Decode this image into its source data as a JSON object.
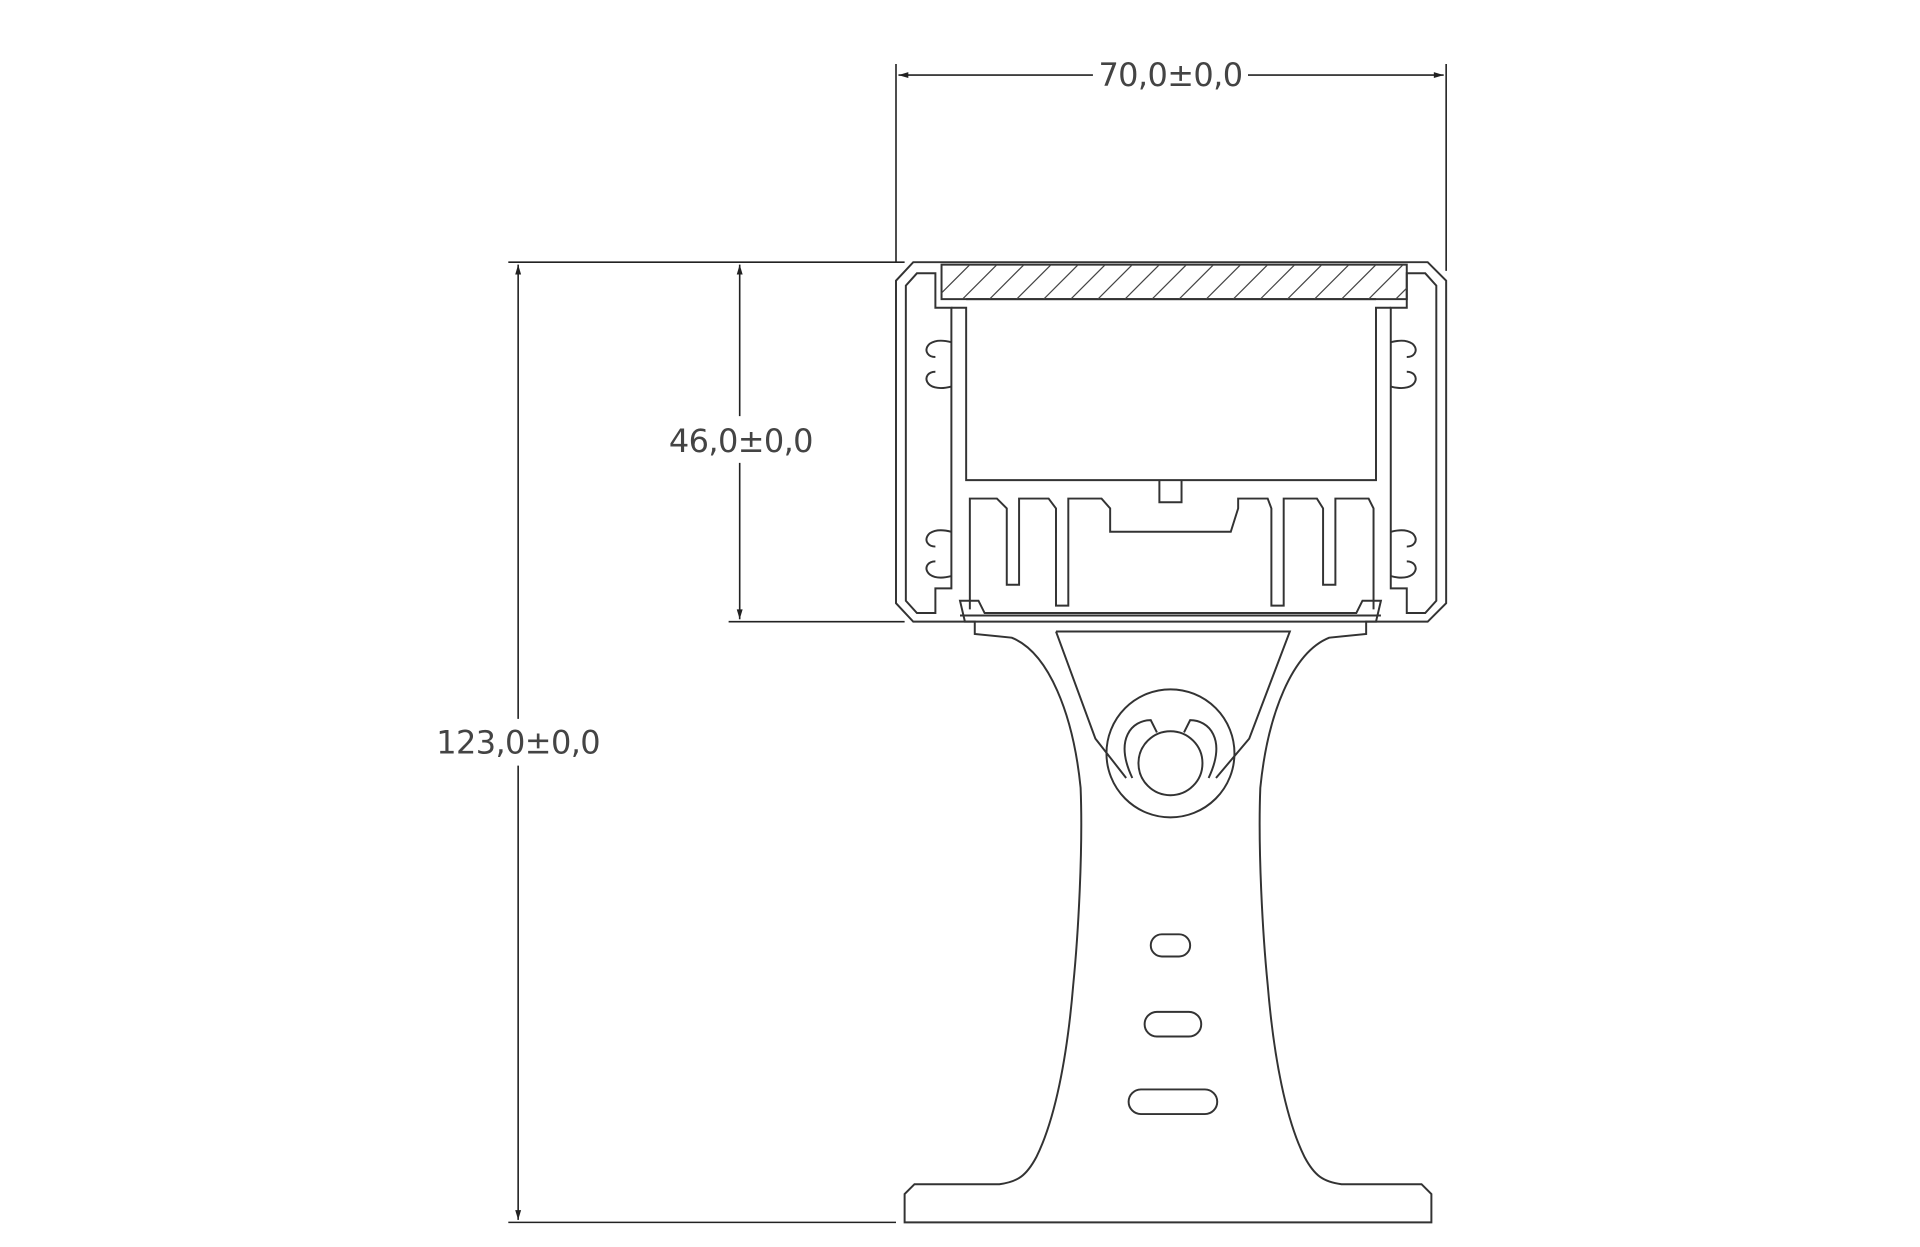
{
  "drawing": {
    "title": "LED aluminium profile with mounting bracket – cross section",
    "dimensions": {
      "width": "70,0±0,0",
      "profile_height": "46,0±0,0",
      "total_height": "123,0±0,0"
    },
    "colors": {
      "line": "#333333",
      "background": "#ffffff"
    }
  }
}
